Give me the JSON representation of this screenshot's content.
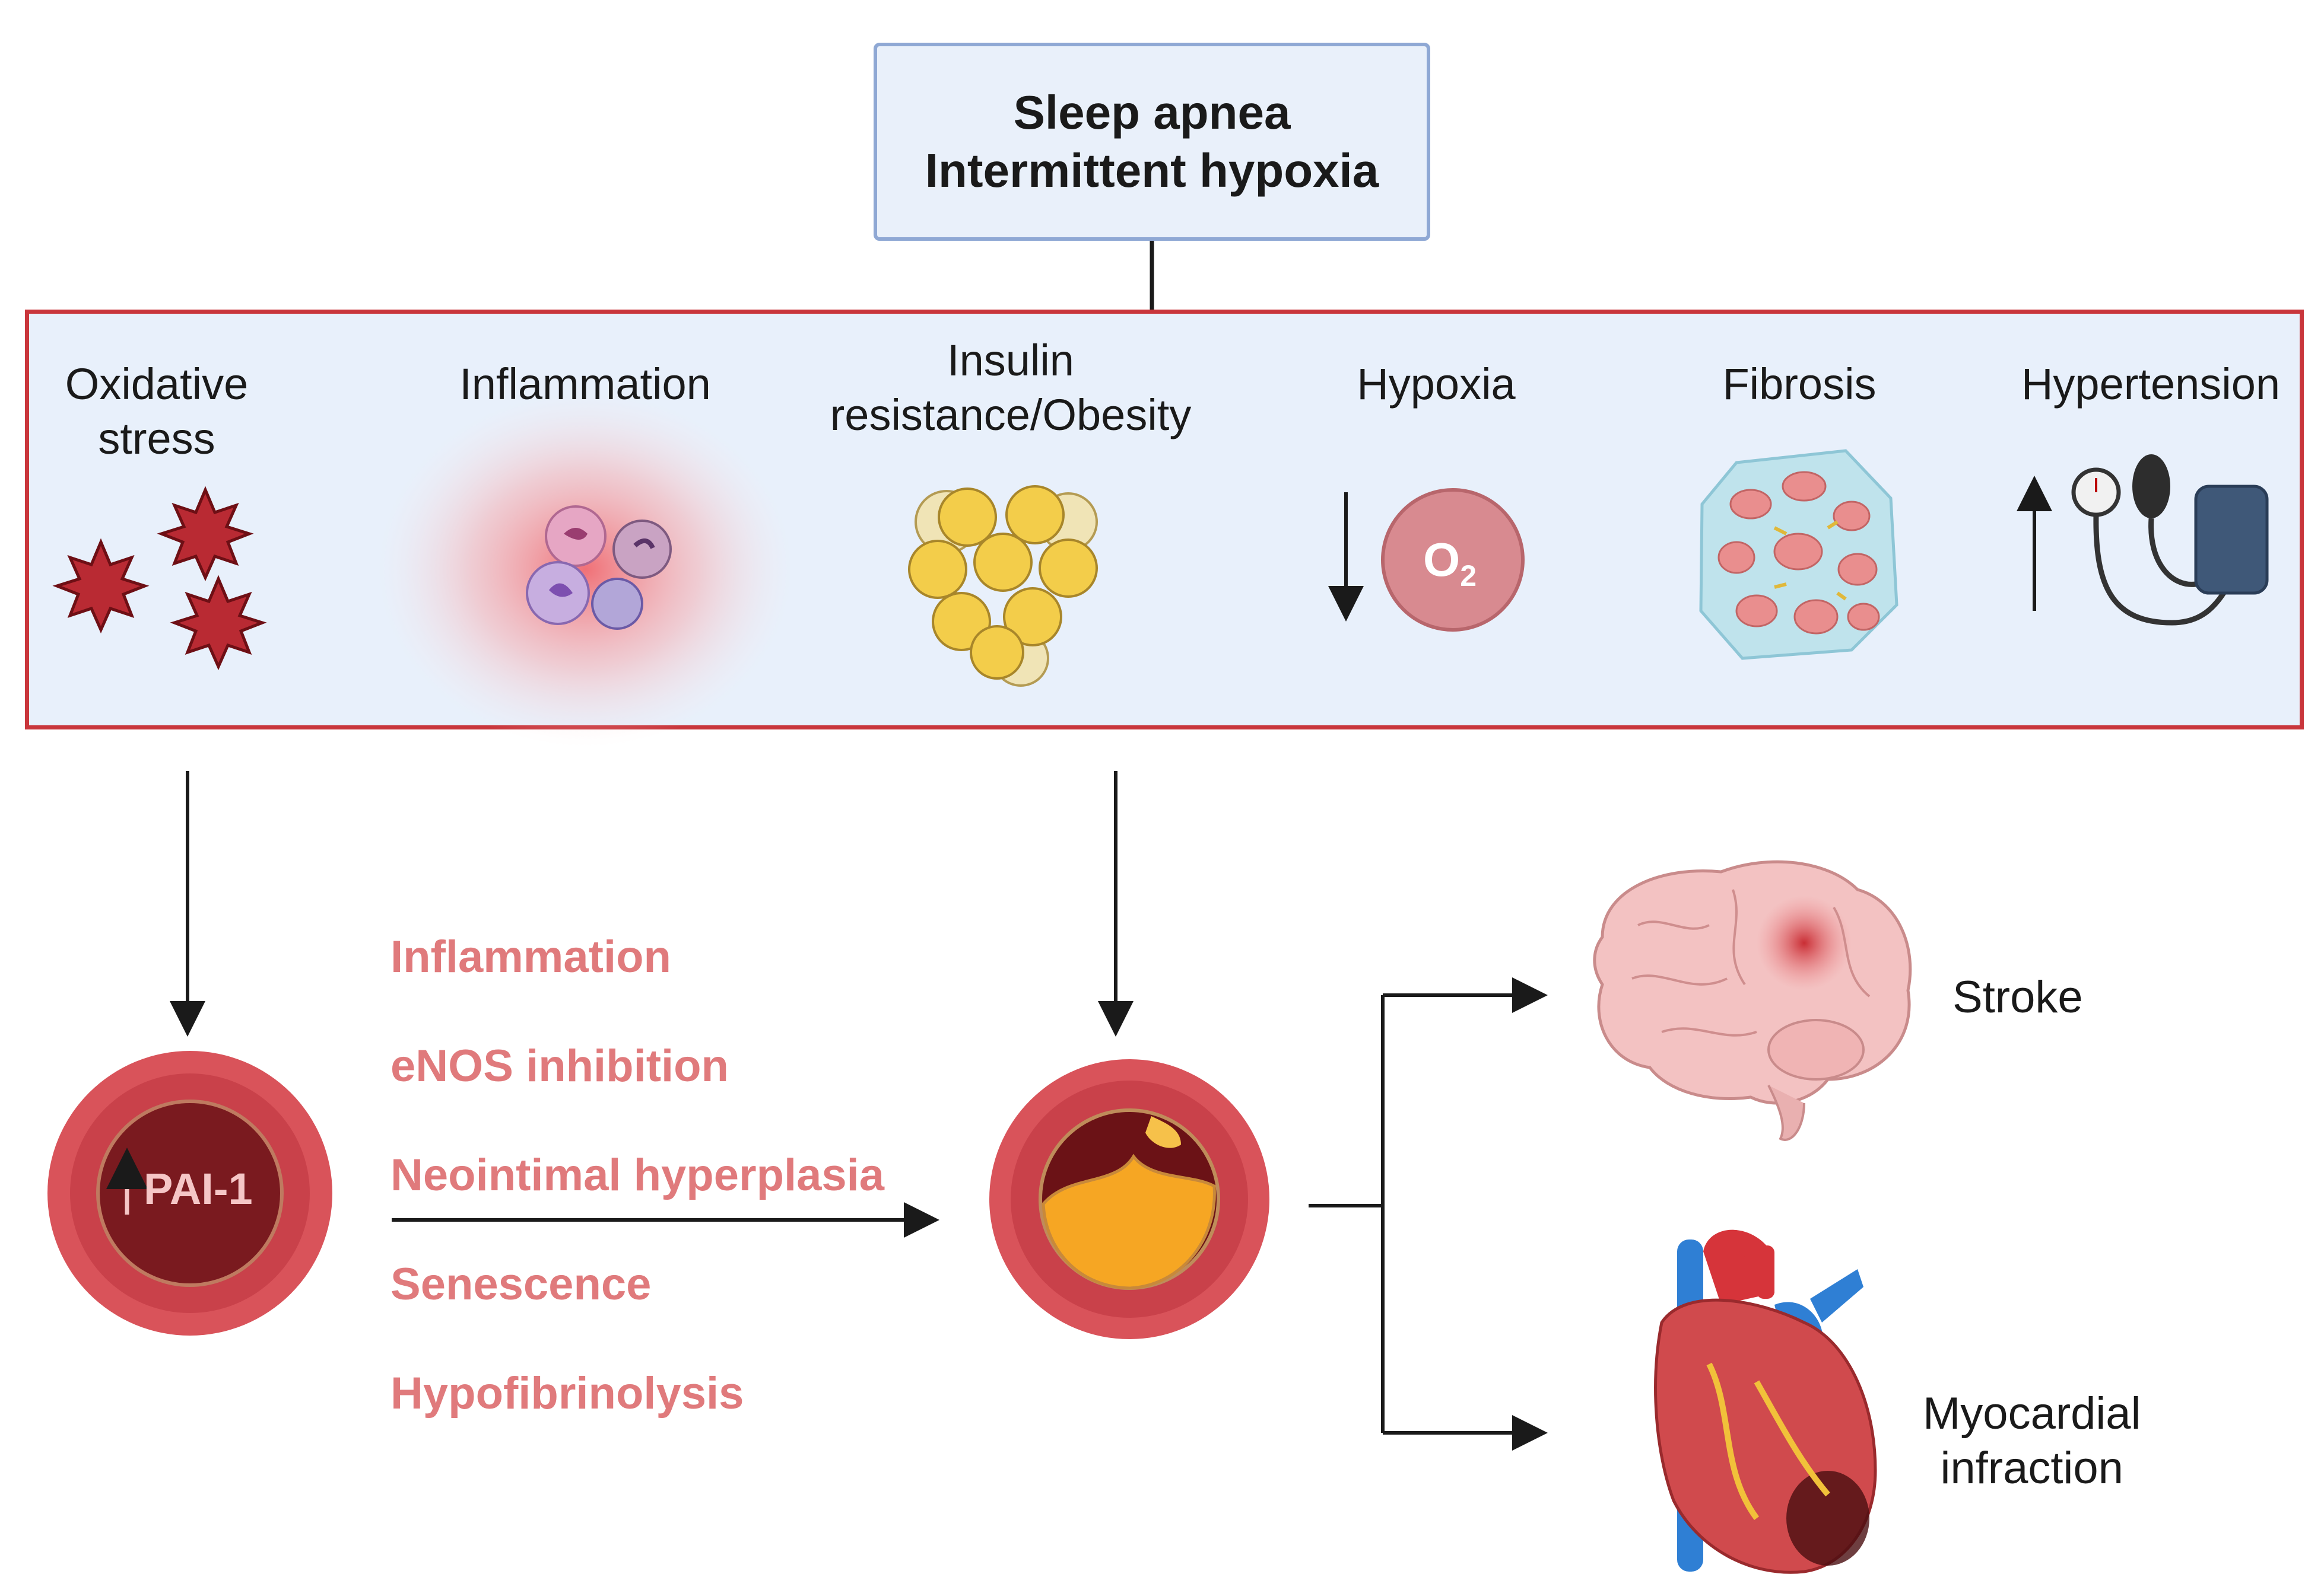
{
  "top": {
    "line1": "Sleep apnea",
    "line2": "Intermittent hypoxia"
  },
  "factors": [
    {
      "line1": "Oxidative",
      "line2": "stress",
      "icon": "oxidative-stress-icon"
    },
    {
      "line1": "Inflammation",
      "line2": "",
      "icon": "inflammation-cells-icon"
    },
    {
      "line1": "Insulin",
      "line2": "resistance/Obesity",
      "icon": "adipocytes-icon"
    },
    {
      "line1": "Hypoxia",
      "line2": "",
      "icon": "oxygen-icon"
    },
    {
      "line1": "Fibrosis",
      "line2": "",
      "icon": "fibrosis-tissue-icon"
    },
    {
      "line1": "Hypertension",
      "line2": "",
      "icon": "blood-pressure-cuff-icon"
    }
  ],
  "oxygen_symbol": {
    "main": "O",
    "sub": "2"
  },
  "pai1": {
    "label": "PAI-1"
  },
  "mechanisms": [
    "Inflammation",
    "eNOS inhibition",
    "Neointimal hyperplasia",
    "Senescence",
    "Hypofibrinolysis"
  ],
  "outcomes": {
    "stroke": {
      "label": "Stroke",
      "icon": "brain-icon"
    },
    "mi": {
      "line1": "Myocardial",
      "line2": "infraction",
      "icon": "heart-icon"
    }
  },
  "colors": {
    "accent_red": "#c9363c",
    "mechanism_text": "#e07a7c",
    "panel_bg": "#e8f0fb",
    "box_border": "#8fa8d4"
  }
}
